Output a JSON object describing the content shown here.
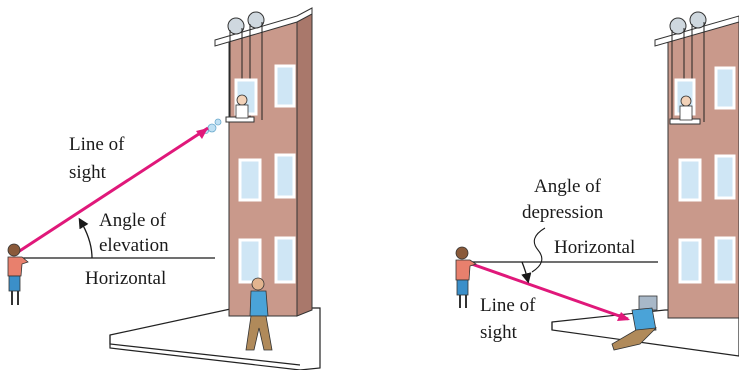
{
  "left_panel": {
    "line_of_sight": [
      "Line of",
      "sight"
    ],
    "angle_label": [
      "Angle of",
      "elevation"
    ],
    "horizontal": "Horizontal"
  },
  "right_panel": {
    "angle_label": [
      "Angle of",
      "depression"
    ],
    "horizontal": "Horizontal",
    "line_of_sight": [
      "Line of",
      "sight"
    ]
  },
  "colors": {
    "line_of_sight": "#e0187a",
    "brick": "#c9998b",
    "brick_dark": "#a9786b",
    "window_glass": "#cfe6f5",
    "window_frame": "#ffffff",
    "person_shirt": "#e8806d",
    "person_pants": "#3b8fc9",
    "man_shirt": "#4aa3d8",
    "man_pants": "#b08a5a"
  }
}
